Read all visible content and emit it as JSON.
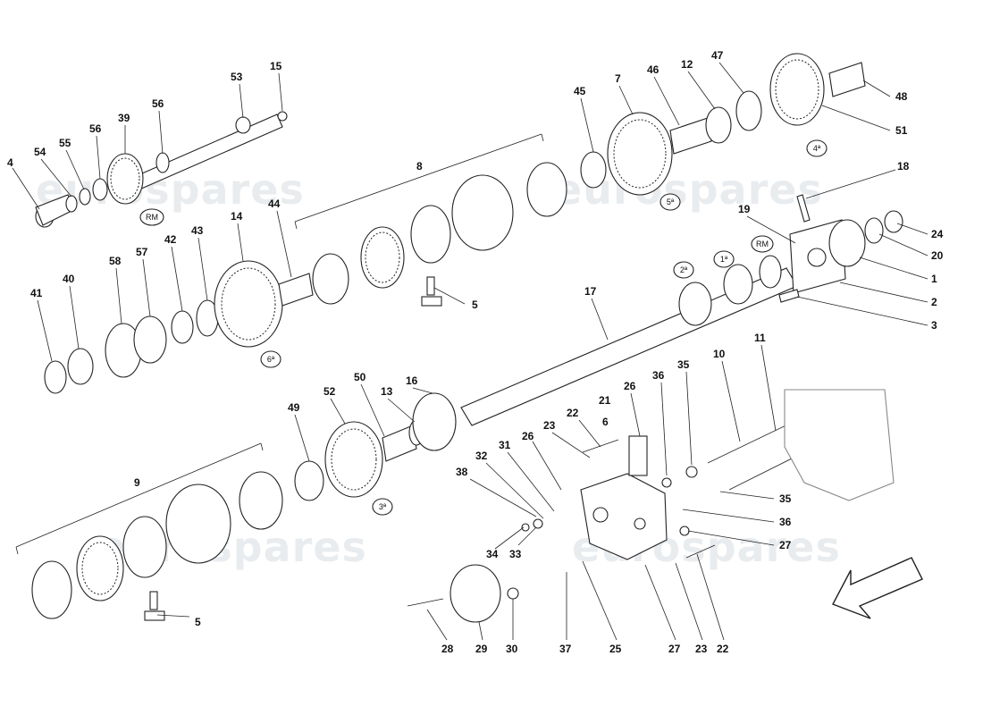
{
  "watermark": "eurospares",
  "part_numbers": [
    "1",
    "2",
    "3",
    "4",
    "5",
    "5",
    "6",
    "7",
    "8",
    "9",
    "10",
    "11",
    "12",
    "13",
    "14",
    "15",
    "16",
    "17",
    "18",
    "19",
    "20",
    "21",
    "22",
    "22",
    "23",
    "23",
    "24",
    "25",
    "26",
    "26",
    "27",
    "27",
    "28",
    "29",
    "30",
    "31",
    "32",
    "33",
    "34",
    "35",
    "35",
    "36",
    "36",
    "37",
    "38",
    "39",
    "40",
    "41",
    "42",
    "43",
    "44",
    "45",
    "46",
    "47",
    "48",
    "49",
    "50",
    "51",
    "52",
    "53",
    "54",
    "55",
    "56",
    "56",
    "57",
    "58"
  ],
  "gear_markers": [
    "RM",
    "6ª",
    "5ª",
    "4ª",
    "3ª",
    "2ª",
    "1ª",
    "RM"
  ],
  "direction_icon": "arrow-southwest-icon"
}
